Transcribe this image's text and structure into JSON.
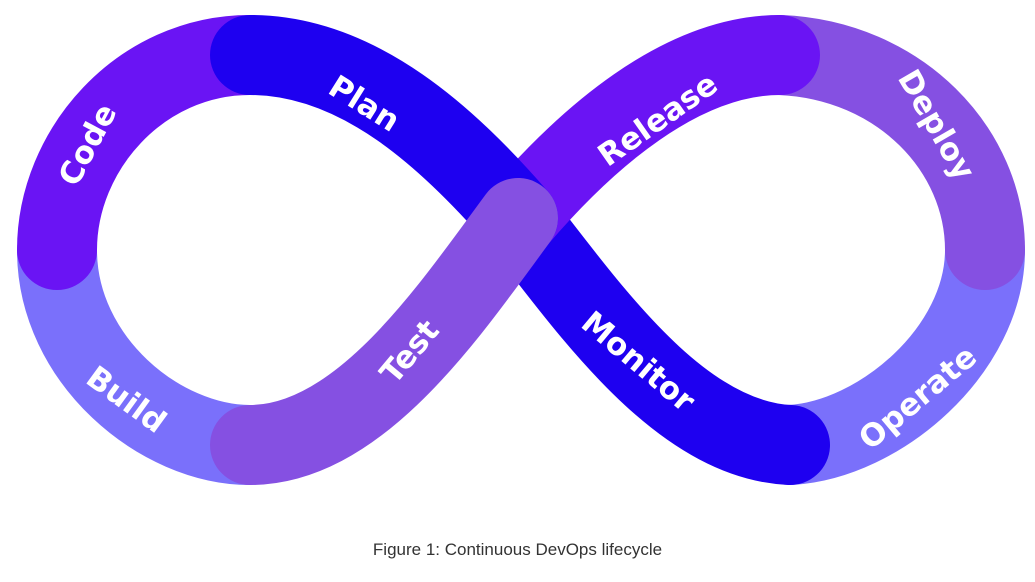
{
  "diagram": {
    "segments": [
      {
        "id": "code",
        "label": "Code",
        "color": "#6a14f4"
      },
      {
        "id": "plan",
        "label": "Plan",
        "color": "#1e00f0"
      },
      {
        "id": "build",
        "label": "Build",
        "color": "#7a70fb"
      },
      {
        "id": "test",
        "label": "Test",
        "color": "#8550e2"
      },
      {
        "id": "release",
        "label": "Release",
        "color": "#6a14f4"
      },
      {
        "id": "deploy",
        "label": "Deploy",
        "color": "#8550e2"
      },
      {
        "id": "monitor",
        "label": "Monitor",
        "color": "#1e00f0"
      },
      {
        "id": "operate",
        "label": "Operate",
        "color": "#7a70fb"
      }
    ]
  },
  "caption": "Figure 1: Continuous DevOps lifecycle"
}
